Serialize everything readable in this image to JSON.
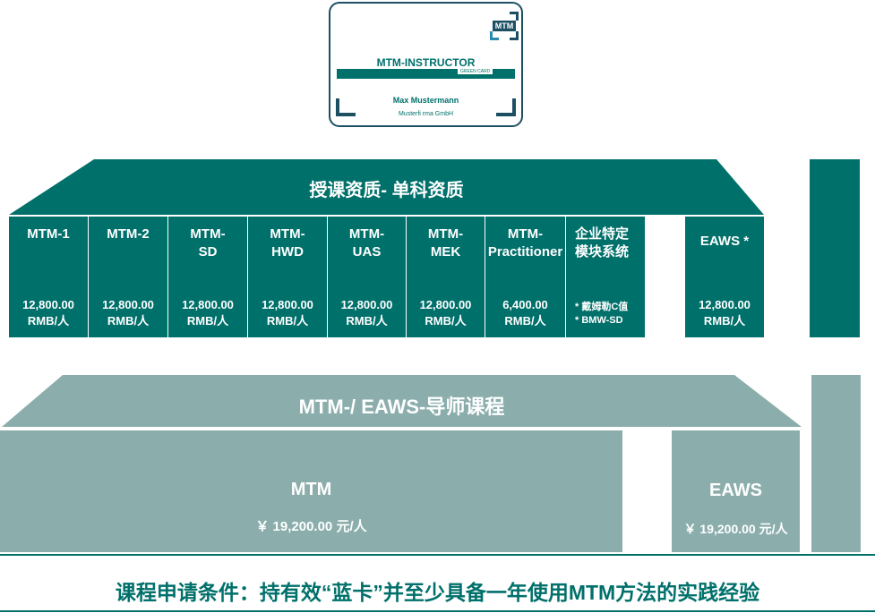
{
  "card": {
    "logo": "MTM",
    "title": "MTM-INSTRUCTOR",
    "subtitle": "GREEN CARD",
    "name": "Max Mustermann",
    "company": "Musterfi rma GmbH"
  },
  "colors": {
    "dark_teal": "#00706b",
    "light_teal": "#8baead",
    "card_border": "#1d4f63"
  },
  "upper": {
    "title": "授课资质- 单科资质",
    "cells": [
      {
        "title": "MTM-1",
        "price": "12,800.00",
        "unit": "RMB/人"
      },
      {
        "title": "MTM-2",
        "price": "12,800.00",
        "unit": "RMB/人"
      },
      {
        "title": "MTM-\nSD",
        "price": "12,800.00",
        "unit": "RMB/人"
      },
      {
        "title": "MTM-\nHWD",
        "price": "12,800.00",
        "unit": "RMB/人"
      },
      {
        "title": "MTM-\nUAS",
        "price": "12,800.00",
        "unit": "RMB/人"
      },
      {
        "title": "MTM-\nMEK",
        "price": "12,800.00",
        "unit": "RMB/人"
      },
      {
        "title": "MTM-\nPractitioner",
        "price": "6,400.00",
        "unit": "RMB/人"
      },
      {
        "title": "企业特定\n模块系统",
        "price": "* 戴姆勒C值",
        "unit": "* BMW-SD"
      }
    ],
    "eaws": {
      "title": "EAWS *",
      "price": "12,800.00",
      "unit": "RMB/人"
    }
  },
  "lower": {
    "title": "MTM-/ EAWS-导师课程",
    "mtm": {
      "title": "MTM",
      "price": "￥ 19,200.00 元/人"
    },
    "eaws": {
      "title": "EAWS",
      "price": "￥ 19,200.00 元/人"
    }
  },
  "footer": {
    "text": "课程申请条件：持有效“蓝卡”并至少具备一年使用MTM方法的实践经验"
  }
}
